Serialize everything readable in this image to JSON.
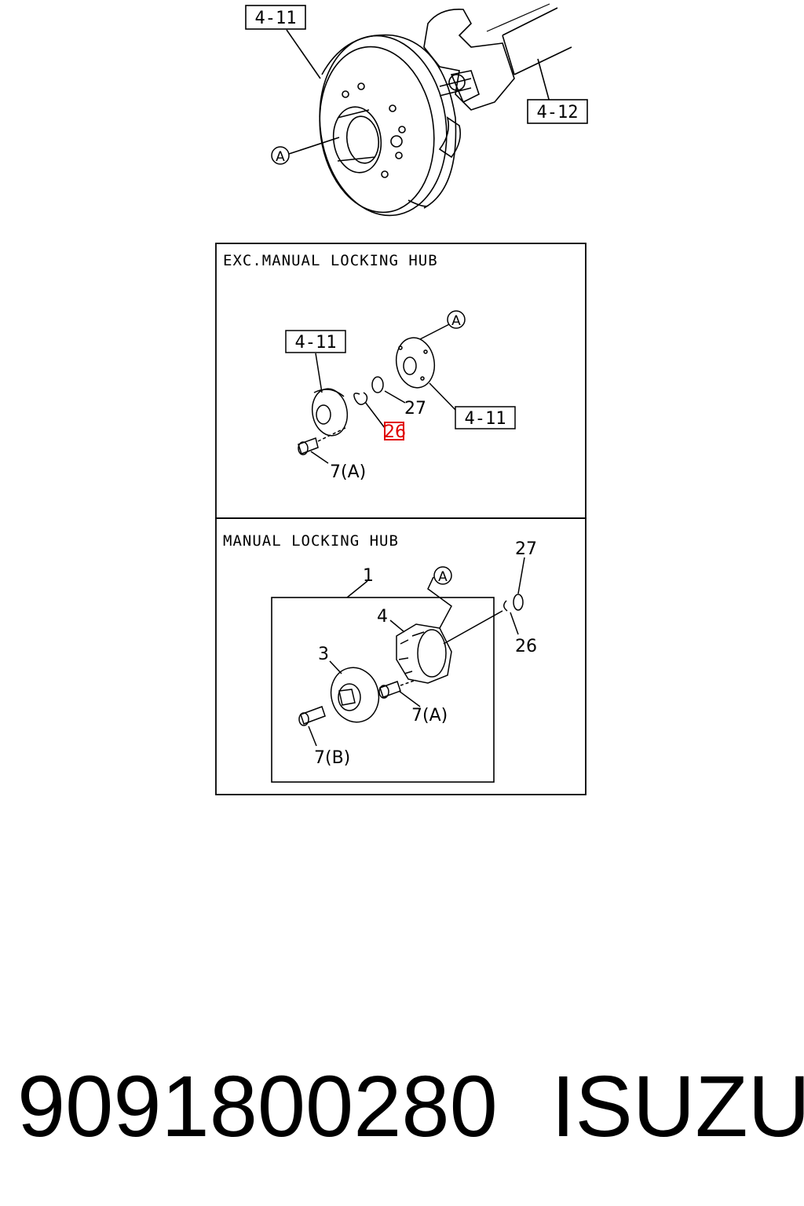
{
  "top": {
    "ref_upper": "4-11",
    "ref_right": "4-12",
    "callout_a": "A"
  },
  "panel_exc": {
    "title": "EXC.MANUAL LOCKING HUB",
    "ref_left": "4-11",
    "ref_right": "4-11",
    "callout_a": "A",
    "label_27": "27",
    "label_26": "26",
    "label_7a": "7(A)"
  },
  "panel_manual": {
    "title": "MANUAL LOCKING HUB",
    "label_1": "1",
    "callout_a": "A",
    "label_27": "27",
    "label_26": "26",
    "label_4": "4",
    "label_3": "3",
    "label_7a": "7(A)",
    "label_7b": "7(B)"
  },
  "footer": {
    "part_number": "9091800280",
    "brand": "ISUZU"
  },
  "colors": {
    "line": "#000000",
    "highlight": "#e00000"
  }
}
